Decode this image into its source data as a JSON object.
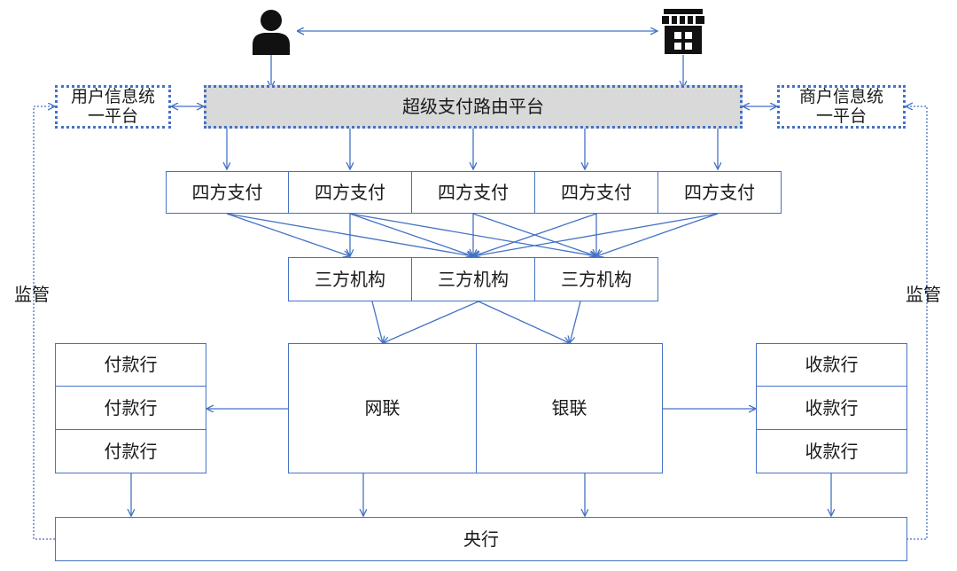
{
  "nodes": {
    "super_platform": "超级支付路由平台",
    "user_info": "用户信息统一平台",
    "merchant_info": "商户信息统一平台",
    "four_party": [
      "四方支付",
      "四方支付",
      "四方支付",
      "四方支付",
      "四方支付"
    ],
    "third_party": [
      "三方机构",
      "三方机构",
      "三方机构"
    ],
    "netunion": "网联",
    "unionpay": "银联",
    "payer_banks": [
      "付款行",
      "付款行",
      "付款行"
    ],
    "payee_banks": [
      "收款行",
      "收款行",
      "收款行"
    ],
    "central_bank": "央行"
  },
  "side_labels": {
    "left": "监管",
    "right": "监管"
  },
  "icons": {
    "user": "person-icon",
    "merchant": "store-icon"
  },
  "colors": {
    "line": "#4472c4",
    "platform_fill": "#d9d9d9",
    "icon": "#111111"
  }
}
